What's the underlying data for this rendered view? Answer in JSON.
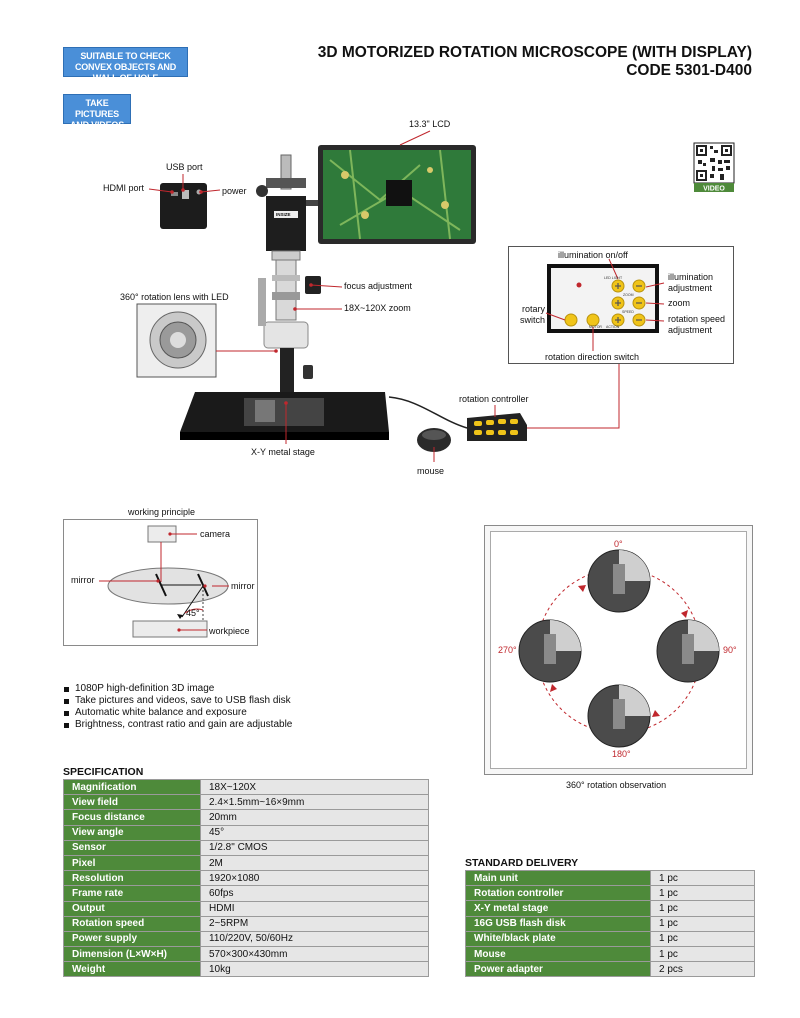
{
  "badges": {
    "convex": "SUITABLE TO CHECK CONVEX OBJECTS AND WALL OF HOLE",
    "pictures": "TAKE PICTURES AND VIDEOS"
  },
  "header": {
    "title": "3D MOTORIZED ROTATION MICROSCOPE (WITH DISPLAY)",
    "code": "CODE 5301-D400"
  },
  "qr": {
    "label": "VIDEO"
  },
  "product": {
    "lcd": "13.3\" LCD",
    "usb_port": "USB port",
    "hdmi_port": "HDMI port",
    "power": "power",
    "focus_adjustment": "focus adjustment",
    "zoom": "18X~120X zoom",
    "rotation_lens": "360° rotation lens with LED",
    "rotation_controller": "rotation controller",
    "xy_stage": "X-Y metal stage",
    "mouse": "mouse",
    "brand": "INSIZE"
  },
  "controller_inset": {
    "illumination_onoff": "illumination on/off",
    "illumination_adjustment": "illumination adjustment",
    "zoom": "zoom",
    "rotary_switch": "rotary switch",
    "rotation_speed": "rotation speed adjustment",
    "rotation_direction": "rotation direction switch",
    "panel_text": {
      "led_light": "LED LIGHT",
      "zoom": "ZOOM",
      "speed": "SPEED",
      "motor": "MOTOR",
      "action": "ACTION"
    }
  },
  "working_principle": {
    "title": "working principle",
    "camera": "camera",
    "mirror_left": "mirror",
    "mirror_right": "mirror",
    "angle": "45°",
    "workpiece": "workpiece"
  },
  "rotation_view": {
    "angles": [
      "0°",
      "90°",
      "180°",
      "270°"
    ],
    "caption": "360° rotation observation"
  },
  "features": [
    "1080P high-definition 3D image",
    "Take pictures and videos, save to USB flash disk",
    "Automatic white balance and exposure",
    "Brightness, contrast ratio and gain are adjustable"
  ],
  "specification": {
    "title": "SPECIFICATION",
    "rows": [
      [
        "Magnification",
        "18X~120X"
      ],
      [
        "View field",
        "2.4×1.5mm~16×9mm"
      ],
      [
        "Focus distance",
        "20mm"
      ],
      [
        "View angle",
        "45°"
      ],
      [
        "Sensor",
        "1/2.8\" CMOS"
      ],
      [
        "Pixel",
        "2M"
      ],
      [
        "Resolution",
        "1920×1080"
      ],
      [
        "Frame rate",
        "60fps"
      ],
      [
        "Output",
        "HDMI"
      ],
      [
        "Rotation speed",
        "2~5RPM"
      ],
      [
        "Power supply",
        "110/220V, 50/60Hz"
      ],
      [
        "Dimension (L×W×H)",
        "570×300×430mm"
      ],
      [
        "Weight",
        "10kg"
      ]
    ]
  },
  "delivery": {
    "title": "STANDARD DELIVERY",
    "rows": [
      [
        "Main unit",
        "1 pc"
      ],
      [
        "Rotation controller",
        "1 pc"
      ],
      [
        "X-Y metal stage",
        "1 pc"
      ],
      [
        "16G USB flash disk",
        "1 pc"
      ],
      [
        "White/black plate",
        "1 pc"
      ],
      [
        "Mouse",
        "1 pc"
      ],
      [
        "Power adapter",
        "2 pcs"
      ]
    ]
  },
  "colors": {
    "badge_blue": "#4a8fd8",
    "table_green": "#4e8a3a",
    "table_gray": "#e6e6e6",
    "callout_red": "#c0272d"
  }
}
